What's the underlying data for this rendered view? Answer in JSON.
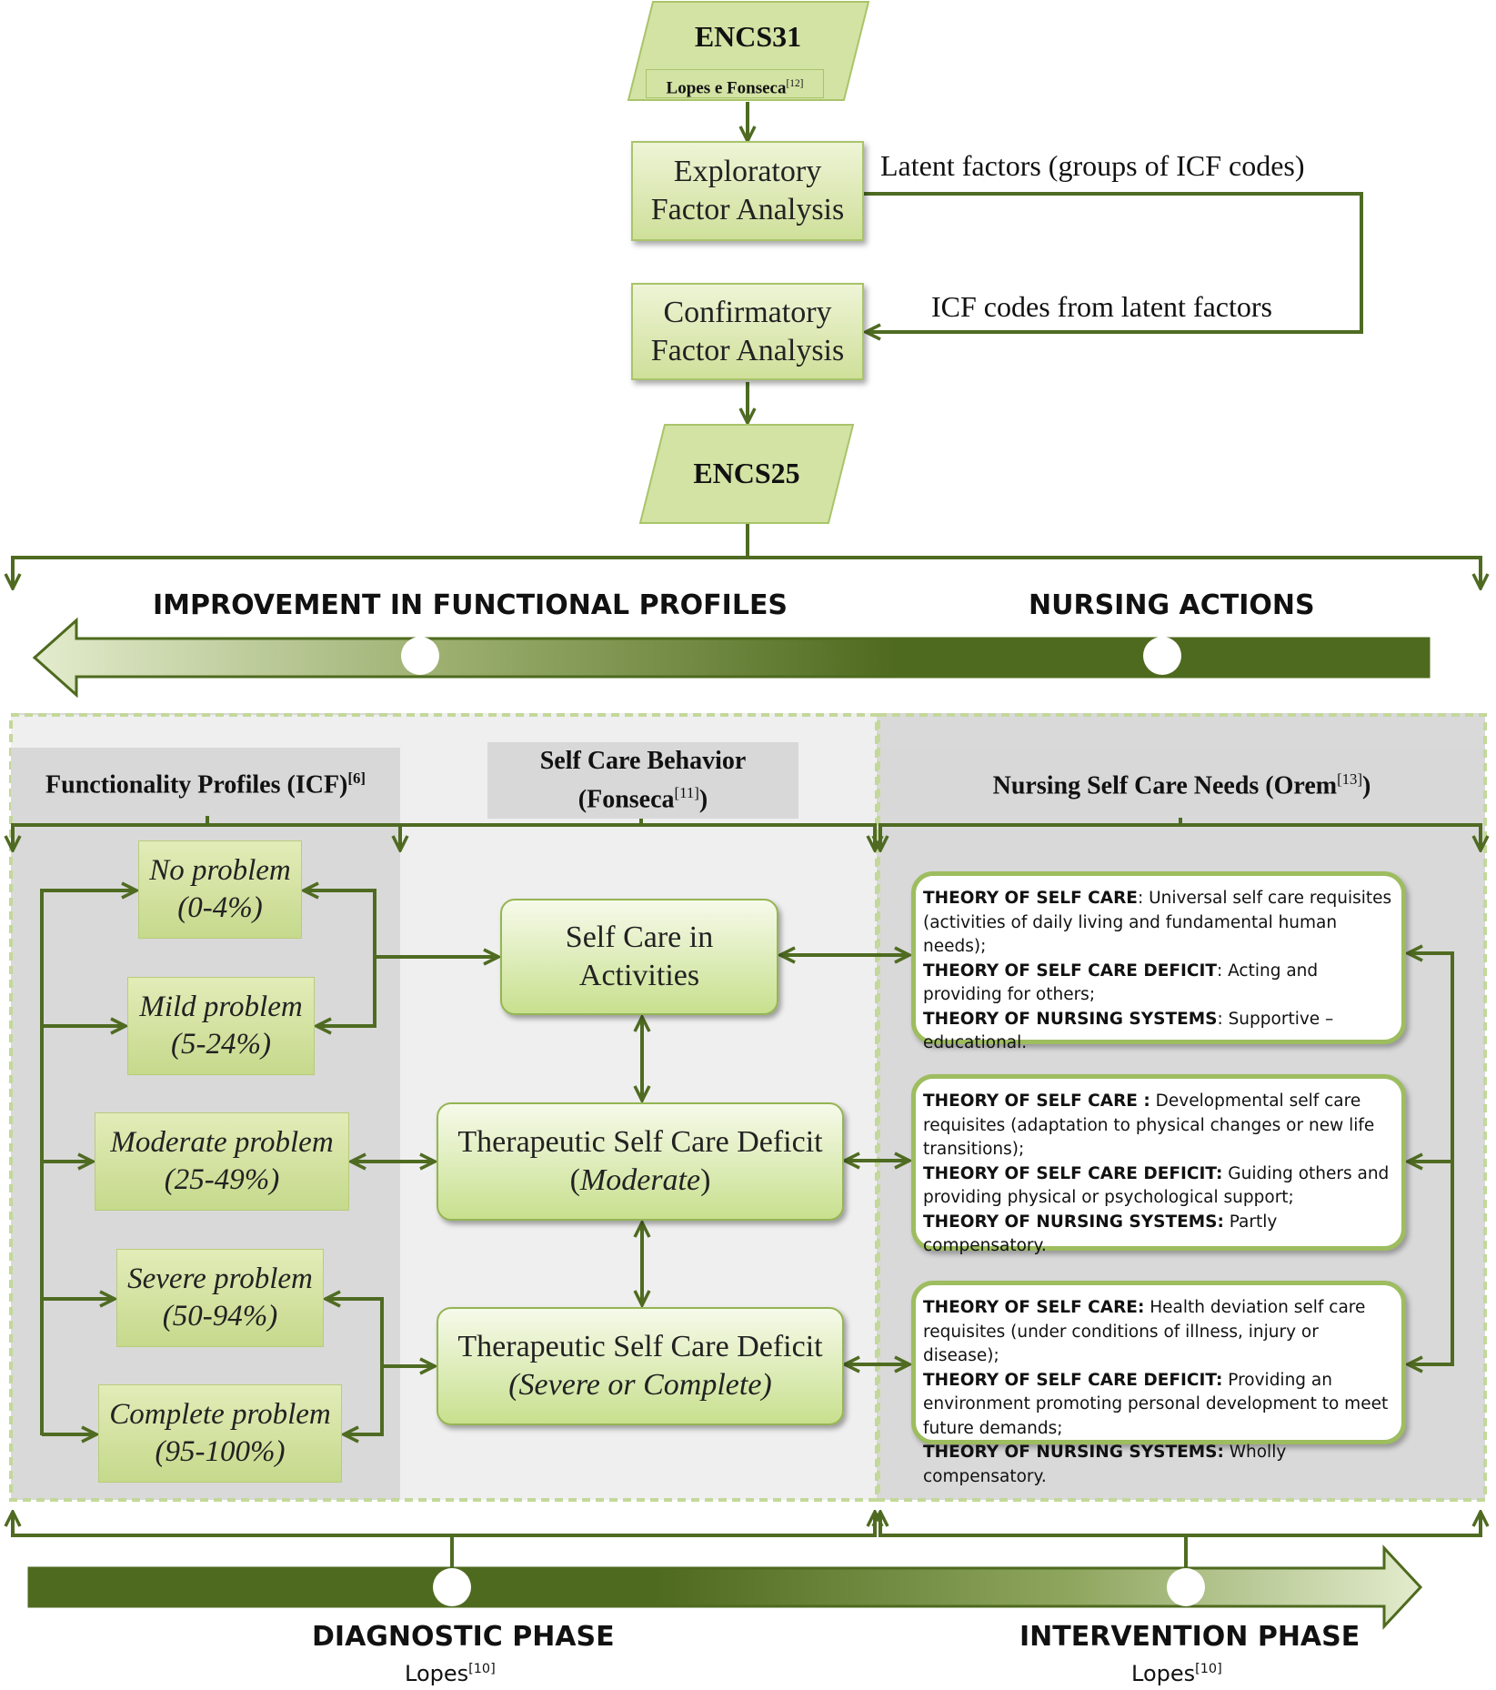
{
  "top_flow": {
    "encs31": {
      "title": "ENCS31",
      "source": "Lopes e Fonseca",
      "source_ref": "[12]"
    },
    "efa": {
      "line1": "Exploratory",
      "line2": "Factor Analysis"
    },
    "cfa": {
      "line1": "Confirmatory",
      "line2": "Factor Analysis"
    },
    "encs25": {
      "title": "ENCS25"
    },
    "latent_label": "Latent factors (groups of ICF codes)",
    "icf_label": "ICF codes from latent factors"
  },
  "top_arrow": {
    "left_label": "IMPROVEMENT IN FUNCTIONAL PROFILES",
    "right_label": "NURSING ACTIONS"
  },
  "headers": {
    "functionality": {
      "text": "Functionality Profiles (ICF)",
      "ref": "[6]"
    },
    "self_care_behavior": {
      "line1": "Self Care Behavior",
      "line2_pre": "(Fonseca",
      "ref": "[11]",
      "line2_post": ")"
    },
    "nursing_needs": {
      "text": "Nursing Self Care Needs (Orem",
      "ref": "[13]",
      "post": ")"
    }
  },
  "profiles": [
    {
      "name": "No problem",
      "range": "(0-4%)"
    },
    {
      "name": "Mild problem",
      "range": "(5-24%)"
    },
    {
      "name": "Moderate problem",
      "range": "(25-49%)"
    },
    {
      "name": "Severe problem",
      "range": "(50-94%)"
    },
    {
      "name": "Complete problem",
      "range": "(95-100%)"
    }
  ],
  "behaviors": [
    {
      "line1": "Self Care in",
      "line2": "Activities"
    },
    {
      "line1": "Therapeutic Self Care Deficit",
      "line2_pre": "(",
      "line2": "Moderate",
      "line2_post": ")"
    },
    {
      "line1": "Therapeutic Self Care Deficit",
      "line2": "(Severe or Complete)"
    }
  ],
  "theories": [
    {
      "t1_label": "THEORY OF SELF CARE",
      "t1_text": ": Universal self care requisites (activities of daily living and fundamental human needs);",
      "t2_label": "THEORY OF SELF CARE DEFICIT",
      "t2_text": ": Acting and providing for others;",
      "t3_label": "THEORY OF NURSING SYSTEMS",
      "t3_text": ": Supportive – educational."
    },
    {
      "t1_label": "THEORY OF SELF CARE :",
      "t1_text": " Developmental self care requisites (adaptation to physical changes or new life transitions);",
      "t2_label": "THEORY OF SELF CARE DEFICIT:",
      "t2_text": " Guiding others and providing  physical or psychological support;",
      "t3_label": "THEORY OF NURSING SYSTEMS:",
      "t3_text": " Partly compensatory."
    },
    {
      "t1_label": "THEORY OF SELF CARE:",
      "t1_text": " Health deviation self care requisites (under conditions of illness, injury or disease);",
      "t2_label": "THEORY OF SELF CARE  DEFICIT:",
      "t2_text": " Providing an environment promoting personal development to meet future demands;",
      "t3_label": "THEORY OF NURSING SYSTEMS:",
      "t3_text": " Wholly compensatory."
    }
  ],
  "bottom": {
    "diagnostic": "DIAGNOSTIC PHASE",
    "intervention": "INTERVENTION PHASE",
    "cite_name": "Lopes",
    "cite_ref": "[10]"
  },
  "colors": {
    "line": "#4f6b22",
    "dark_green": "#4e6a1e",
    "light_green": "#d7e6b4",
    "box_border": "#9dbd5f",
    "panel_gray": "#d9d9d9",
    "panel_light": "#efefef"
  }
}
